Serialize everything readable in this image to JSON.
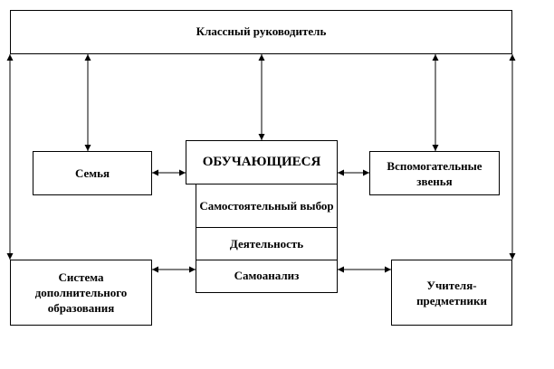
{
  "diagram": {
    "head_teacher": "Классный руководитель",
    "students": "ОБУЧАЮЩИЕСЯ",
    "family": "Семья",
    "support_units": "Вспомогательные звенья",
    "independent_choice": "Самостоятельный выбор",
    "activity": "Деятельность",
    "self_analysis": "Самоанализ",
    "additional_education": "Система дополнительного образования",
    "subject_teachers": "Учителя-предметники"
  }
}
